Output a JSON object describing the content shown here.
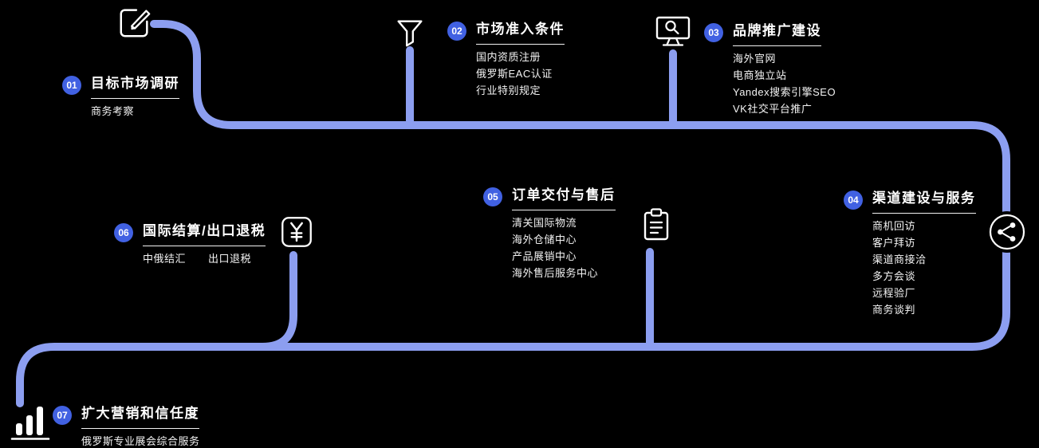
{
  "diagram": {
    "background": "#000000",
    "path_color": "#8C9EF0",
    "badge_color": "#4161E2",
    "text_color": "#FFFFFF"
  },
  "steps": [
    {
      "number": "01",
      "title": "目标市场调研",
      "icon": "edit-icon",
      "items": [
        "商务考察"
      ]
    },
    {
      "number": "02",
      "title": "市场准入条件",
      "icon": "funnel-icon",
      "items": [
        "国内资质注册",
        "俄罗斯EAC认证",
        "行业特别规定"
      ]
    },
    {
      "number": "03",
      "title": "品牌推广建设",
      "icon": "monitor-search-icon",
      "items": [
        "海外官网",
        "电商独立站",
        "Yandex搜索引擎SEO",
        "VK社交平台推广"
      ]
    },
    {
      "number": "04",
      "title": "渠道建设与服务",
      "icon": "network-icon",
      "items": [
        "商机回访",
        "客户拜访",
        "渠道商接洽",
        "多方会谈",
        "远程验厂",
        "商务谈判"
      ]
    },
    {
      "number": "05",
      "title": "订单交付与售后",
      "icon": "clipboard-icon",
      "items": [
        "清关国际物流",
        "海外仓储中心",
        "产品展销中心",
        "海外售后服务中心"
      ]
    },
    {
      "number": "06",
      "title": "国际结算/出口退税",
      "icon": "currency-icon",
      "items": [
        "中俄结汇",
        "出口退税"
      ]
    },
    {
      "number": "07",
      "title": "扩大营销和信任度",
      "icon": "bar-chart-icon",
      "items": [
        "俄罗斯专业展会综合服务"
      ]
    }
  ]
}
